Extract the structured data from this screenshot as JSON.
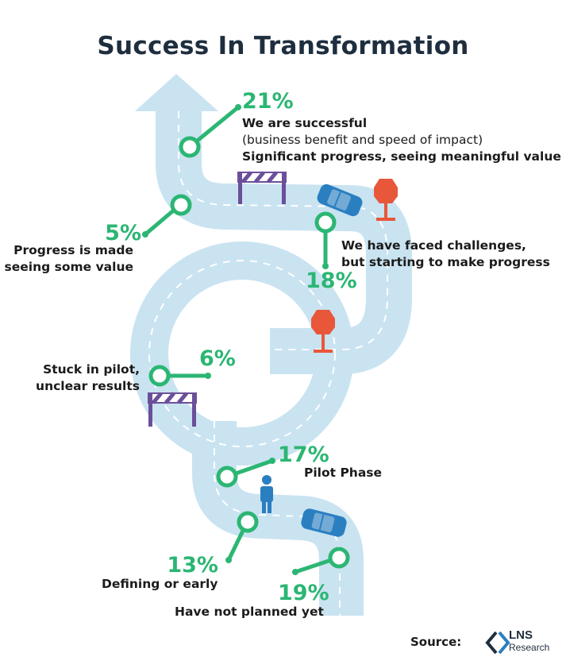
{
  "title": "Success In Transformation",
  "stages": [
    {
      "id": "successful",
      "percent": "21%",
      "line1": "We are successful",
      "line2": "(business benefit and speed of impact)",
      "line3": "Significant progress, seeing meaningful value"
    },
    {
      "id": "progress-value",
      "percent": "5%",
      "line1": "Progress is made",
      "line2": "seeing some value"
    },
    {
      "id": "challenges",
      "percent": "18%",
      "line1": "We have faced challenges,",
      "line2": "but starting to make progress"
    },
    {
      "id": "stuck-pilot",
      "percent": "6%",
      "line1": "Stuck in pilot,",
      "line2": "unclear results"
    },
    {
      "id": "pilot-phase",
      "percent": "17%",
      "line1": "Pilot Phase"
    },
    {
      "id": "defining",
      "percent": "13%",
      "line1": "Defining or early"
    },
    {
      "id": "not-planned",
      "percent": "19%",
      "line1": "Have not planned yet"
    }
  ],
  "source": {
    "label": "Source:",
    "brand": "LNS",
    "brand_sub": "Research"
  },
  "colors": {
    "road": "#c9e3f1",
    "accent": "#2bb673",
    "title": "#1e2e3e",
    "stop_sign": "#e8573a",
    "barrier": "#6b4f9a",
    "car": "#2a7fc1",
    "person": "#2a7fc1"
  }
}
